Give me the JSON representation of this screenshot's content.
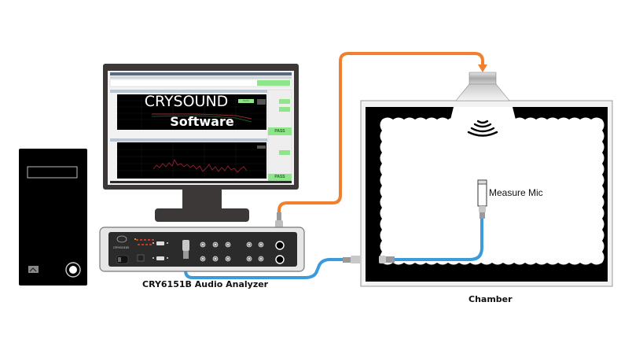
{
  "software": {
    "title_line1": "CRYSOUND",
    "title_line2": "Software",
    "pass_badge_1": "PASS",
    "pass_badge_2": "PASS",
    "small_pass": "PASS"
  },
  "analyzer": {
    "label": "CRY6151B Audio Analyzer",
    "model_text": "CRY6151B"
  },
  "chamber": {
    "label": "Chamber",
    "mic_label": "Measure Mic"
  },
  "colors": {
    "output_cable": "#F07F2E",
    "input_cable": "#3B9BDB",
    "pass_green": "#8EE58A",
    "frame_dark": "#3D3838"
  }
}
